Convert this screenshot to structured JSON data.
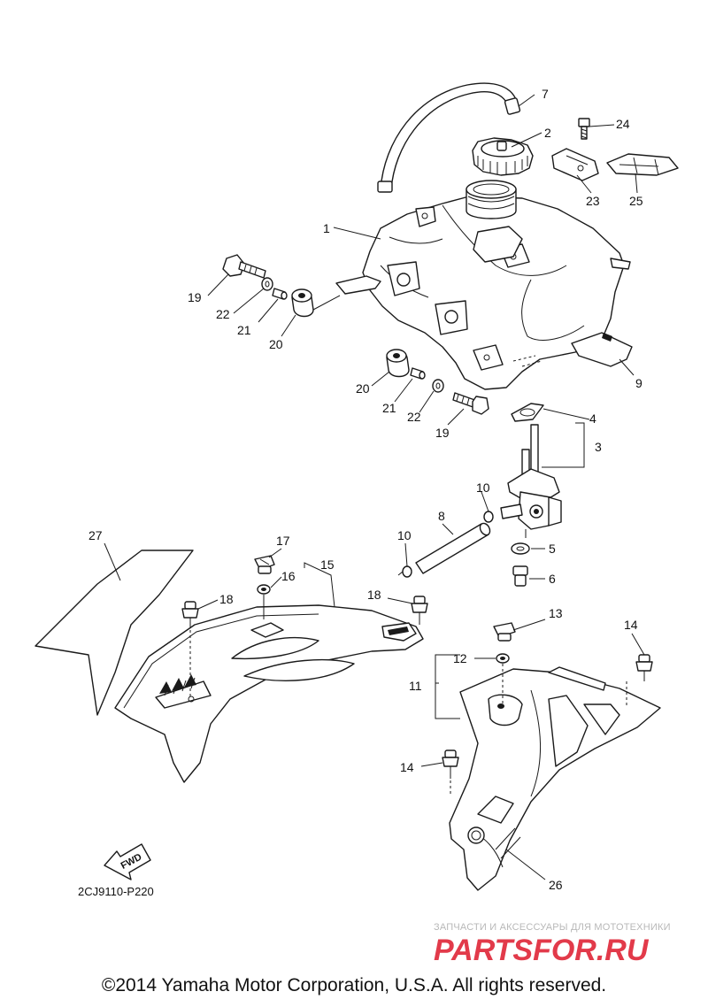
{
  "diagram": {
    "drawing_code": "2CJ9110-P220",
    "fwd_label": "FWD",
    "callouts": [
      "1",
      "2",
      "3",
      "4",
      "5",
      "6",
      "7",
      "8",
      "9",
      "10",
      "10",
      "11",
      "12",
      "13",
      "14",
      "14",
      "15",
      "16",
      "17",
      "18",
      "18",
      "19",
      "19",
      "20",
      "20",
      "21",
      "21",
      "22",
      "22",
      "23",
      "24",
      "25",
      "26",
      "27"
    ]
  },
  "watermark": {
    "tagline": "ЗАПЧАСТИ И АКСЕССУАРЫ ДЛЯ МОТОТЕХНИКИ",
    "logo_text": "PARTSFOR.RU",
    "logo_color": "#e23a4a"
  },
  "footer": {
    "copyright": "©2014 Yamaha Motor Corporation, U.S.A. All rights reserved."
  }
}
